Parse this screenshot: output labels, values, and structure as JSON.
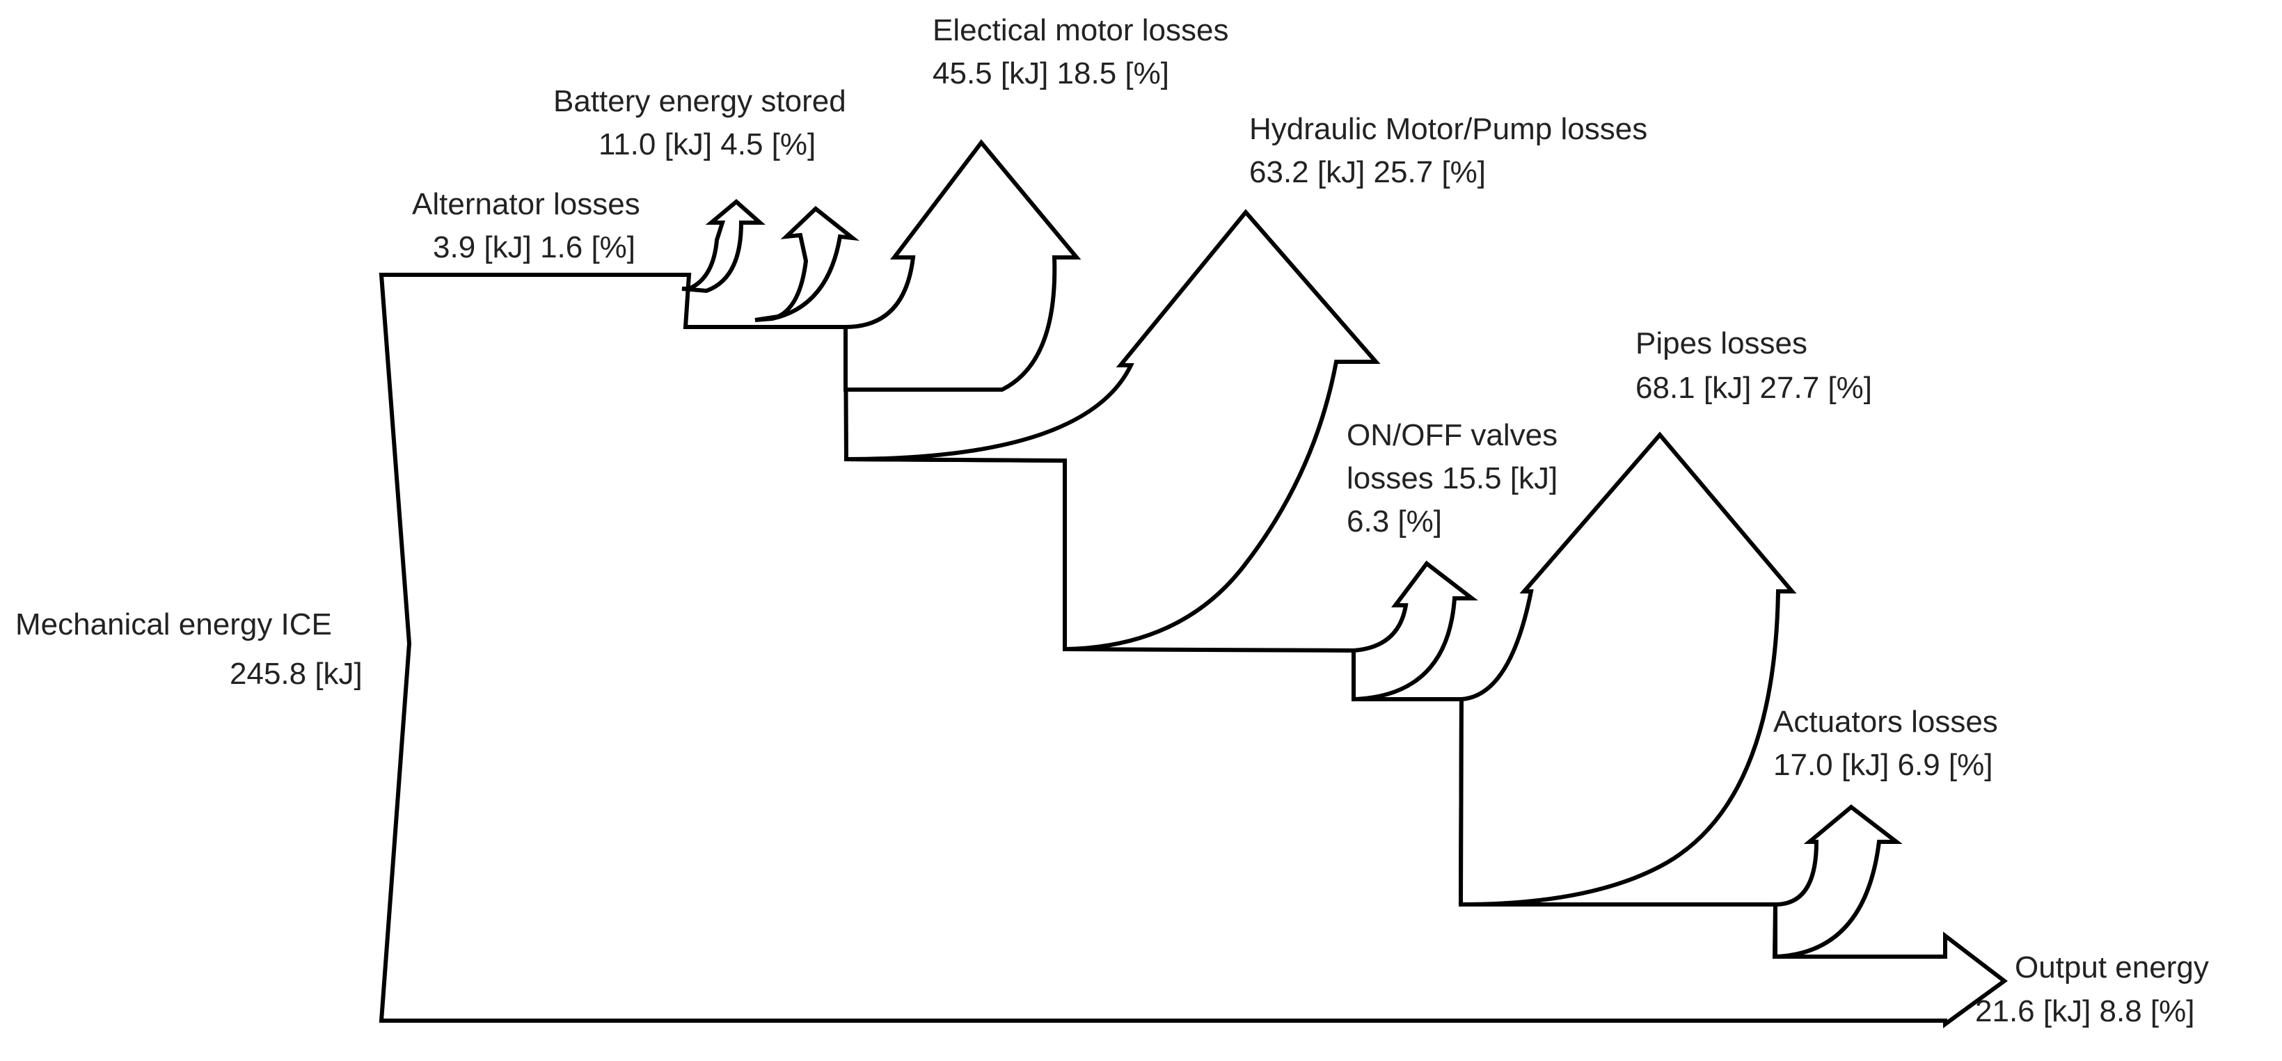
{
  "source": {
    "label_line1": "Mechanical energy ICE",
    "label_line2": "245.8 [kJ]",
    "value_kj": 245.8
  },
  "flows": [
    {
      "id": "alternator",
      "line1": "Alternator losses",
      "line2": "3.9 [kJ] 1.6 [%]",
      "value_kj": 3.9,
      "percent": 1.6
    },
    {
      "id": "battery",
      "line1": "Battery energy stored",
      "line2": "11.0 [kJ] 4.5 [%]",
      "value_kj": 11.0,
      "percent": 4.5
    },
    {
      "id": "elmotor",
      "line1": "Electical motor losses",
      "line2": "45.5 [kJ] 18.5 [%]",
      "value_kj": 45.5,
      "percent": 18.5
    },
    {
      "id": "hydraulic",
      "line1": "Hydraulic Motor/Pump losses",
      "line2": "63.2 [kJ] 25.7 [%]",
      "value_kj": 63.2,
      "percent": 25.7
    },
    {
      "id": "valves",
      "line1": "ON/OFF valves",
      "line2": "losses 15.5 [kJ]",
      "line3": "6.3 [%]",
      "value_kj": 15.5,
      "percent": 6.3
    },
    {
      "id": "pipes",
      "line1": "Pipes losses",
      "line2": "68.1 [kJ] 27.7 [%]",
      "value_kj": 68.1,
      "percent": 27.7
    },
    {
      "id": "actuators",
      "line1": "Actuators losses",
      "line2": "17.0 [kJ] 6.9 [%]",
      "value_kj": 17.0,
      "percent": 6.9
    },
    {
      "id": "output",
      "line1": "Output energy",
      "line2": "21.6 [kJ] 8.8 [%]",
      "value_kj": 21.6,
      "percent": 8.8
    }
  ],
  "style": {
    "stroke": "#000000",
    "fill": "#ffffff",
    "text": "#222222"
  }
}
